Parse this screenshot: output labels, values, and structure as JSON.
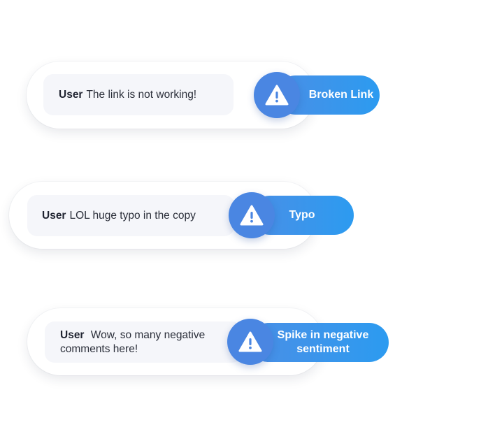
{
  "alerts": [
    {
      "user_label": "User",
      "message": "The link is not working!",
      "tag_label": "Broken Link",
      "icon": "warning-triangle-icon"
    },
    {
      "user_label": "User",
      "message": "LOL huge typo in the copy",
      "tag_label": "Typo",
      "icon": "warning-triangle-icon"
    },
    {
      "user_label": "User",
      "message": "Wow, so many negative comments here!",
      "tag_label": "Spike in negative sentiment",
      "icon": "warning-triangle-icon"
    }
  ],
  "colors": {
    "accent_start": "#4a8fe6",
    "accent_end": "#2c9bf0",
    "bubble_bg": "#f5f6fa",
    "text": "#2b2f3a"
  }
}
